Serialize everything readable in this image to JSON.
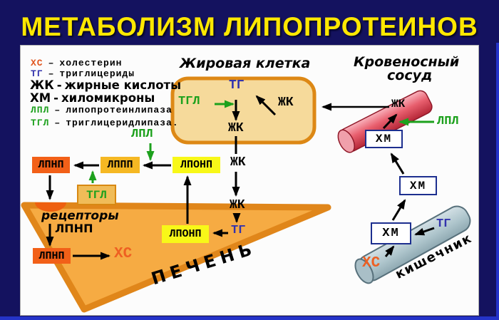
{
  "window": {
    "title": "МЕТАБОЛИЗМ ЛИПОПРОТЕИНОВ"
  },
  "legend": {
    "items": [
      {
        "abbr": "ХС",
        "sep": "–",
        "desc": "холестерин"
      },
      {
        "abbr": "ТГ",
        "sep": "–",
        "desc": "триглицериды"
      },
      {
        "abbr": "ЖК",
        "sep": "-",
        "desc": "жирные кислоты"
      },
      {
        "abbr": "ХМ",
        "sep": "-",
        "desc": "хиломикроны"
      },
      {
        "abbr": "ЛПЛ",
        "sep": "–",
        "desc": "липопротеинлипаза"
      },
      {
        "abbr": "ТГЛ",
        "sep": "–",
        "desc": "триглицеридлипаза."
      }
    ]
  },
  "fat_cell": {
    "title": "Жировая клетка",
    "tg": "ТГ",
    "tgl": "ТГЛ",
    "fa_right": "ЖК",
    "fa_bottom": "ЖК"
  },
  "chain": {
    "fa_upper": "ЖК",
    "fa_lower": "ЖК",
    "tg": "ТГ",
    "vldl": "ЛПОНП"
  },
  "row": {
    "ldl": "ЛПНП",
    "idl": "ЛППП",
    "vldl": "ЛПОНП",
    "lpl": "ЛПЛ",
    "tgl": "ТГЛ"
  },
  "liver": {
    "name": "ПЕЧЕНЬ",
    "receptors_line1": "рецепторы",
    "receptors_line2": "ЛПНП",
    "ldl": "ЛПНП",
    "chol": "ХС"
  },
  "vessel": {
    "title1": "Кровеносный",
    "title2": "сосуд",
    "fa": "ЖК",
    "chylo": "ХМ",
    "lpl": "ЛПЛ"
  },
  "intestine": {
    "name": "кишечник",
    "chylo_mid": "ХМ",
    "chylo": "ХМ",
    "tg": "ТГ",
    "chol": "ХС"
  },
  "colors": {
    "background": "#14125f",
    "title": "#ffe800",
    "panel": "#fcfcfc",
    "green": "#1da11d",
    "blue": "#3333ad",
    "orange_red": "#ee5f22",
    "box_ldl": "#f26018",
    "box_idl": "#f5b823",
    "box_vldl": "#f8f818",
    "liver": "#f6ab43",
    "liver_border": "#e0861a",
    "fat_cell": "#f6da9b",
    "fat_cell_border": "#dd8815",
    "vessel": "#e85f6e",
    "intestine": "#aec5cc",
    "xm_border": "#1d2f8f",
    "bottom_line": "#2433c8"
  }
}
